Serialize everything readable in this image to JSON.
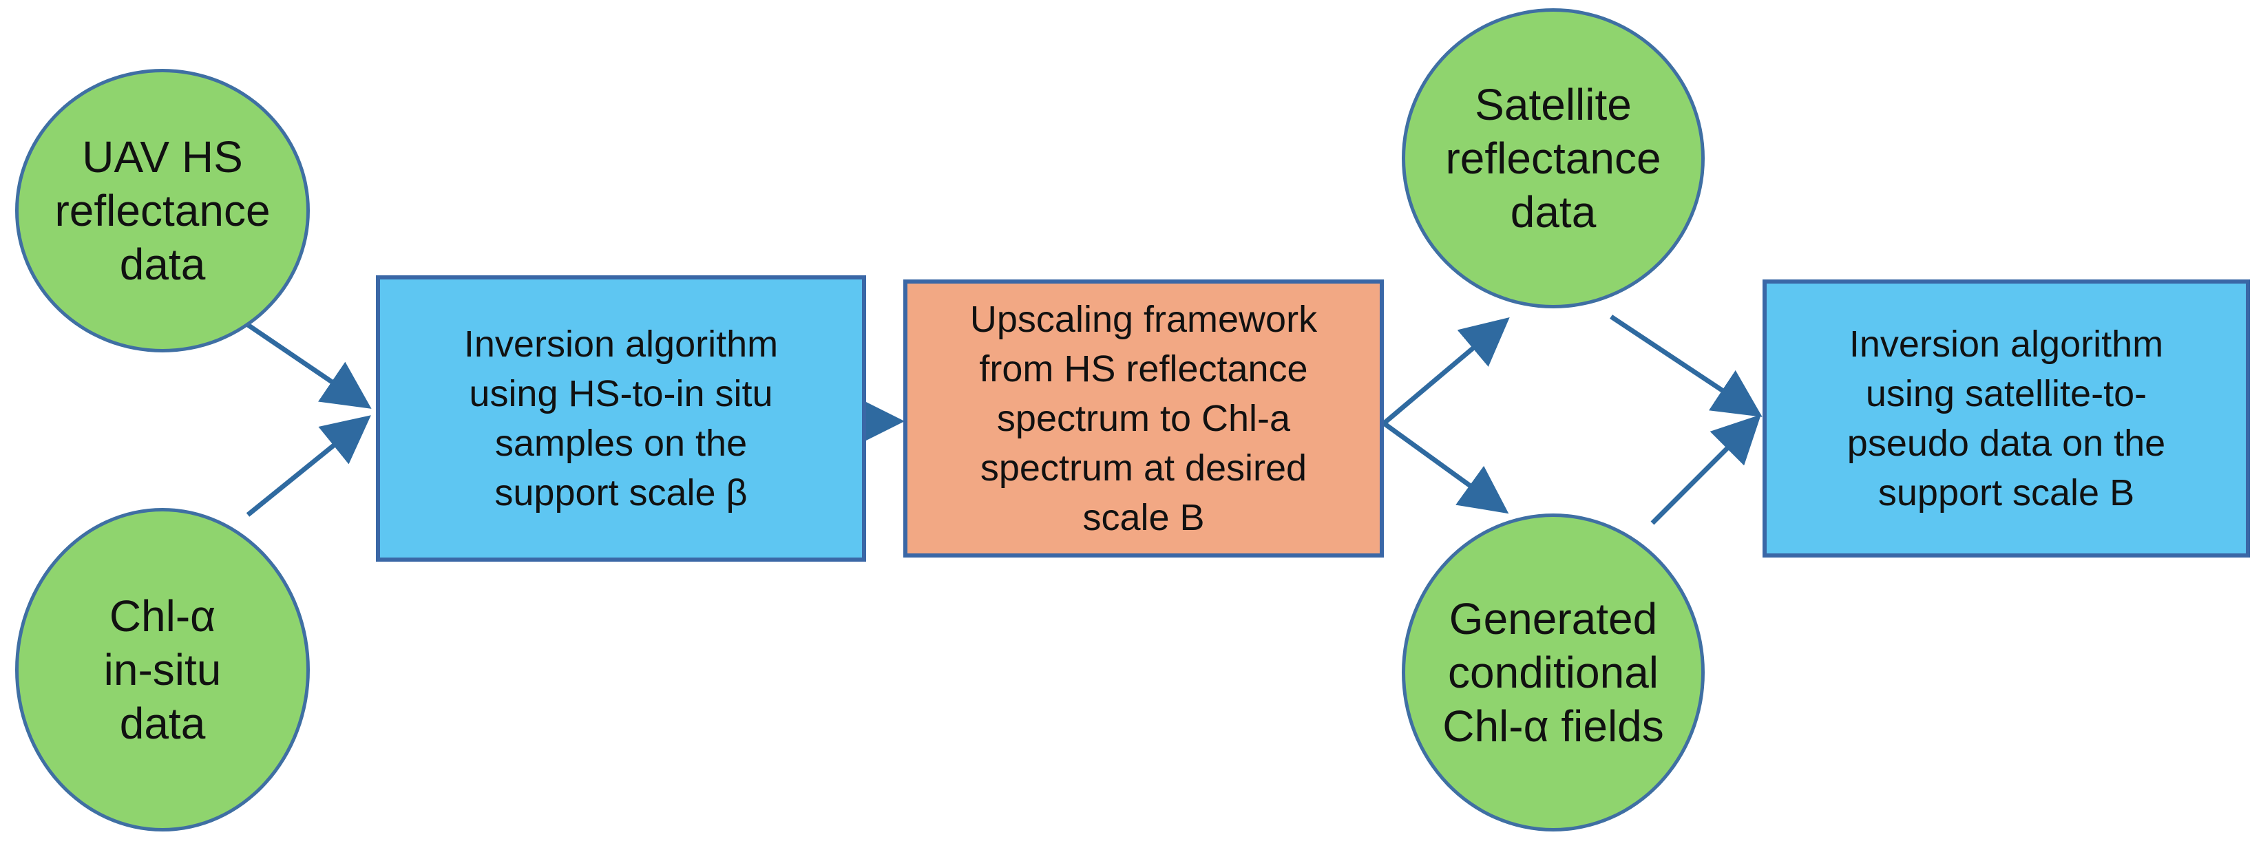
{
  "colors": {
    "circle_fill": "#8fd46e",
    "circle_border": "#3f6fa3",
    "blue_box_fill": "#5ec6f2",
    "orange_box_fill": "#f2a884",
    "box_border": "#3a67a6",
    "arrow": "#2f6aa0"
  },
  "nodes": {
    "uav": {
      "text": "UAV HS\nreflectance\ndata"
    },
    "chl_insitu": {
      "text": "Chl-α\nin-situ\ndata"
    },
    "inversion1": {
      "text": "Inversion algorithm\nusing HS-to-in situ\nsamples on the\nsupport scale β"
    },
    "upscaling": {
      "text": "Upscaling framework\nfrom HS reflectance\nspectrum to Chl-a\nspectrum at desired\nscale B"
    },
    "satellite": {
      "text": "Satellite\nreflectance\ndata"
    },
    "generated": {
      "text": "Generated\nconditional\nChl-α fields"
    },
    "inversion2": {
      "text": "Inversion algorithm\nusing satellite-to-\npseudo data on the\nsupport scale B"
    }
  },
  "edges": [
    {
      "from": "uav",
      "to": "inversion1"
    },
    {
      "from": "chl_insitu",
      "to": "inversion1"
    },
    {
      "from": "inversion1",
      "to": "upscaling"
    },
    {
      "from": "upscaling",
      "to": "satellite"
    },
    {
      "from": "upscaling",
      "to": "generated"
    },
    {
      "from": "satellite",
      "to": "inversion2"
    },
    {
      "from": "generated",
      "to": "inversion2"
    }
  ]
}
